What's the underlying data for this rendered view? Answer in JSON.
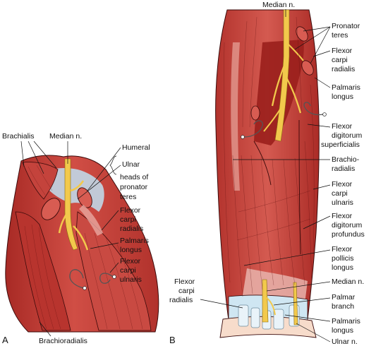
{
  "panels": {
    "a": {
      "letter": "A",
      "labels": {
        "brachialis": "Brachialis",
        "median": "Median n.",
        "humeral": "Humeral",
        "ulnar": "Ulnar",
        "heads_of": "heads of",
        "pronator_of": "pronator",
        "teres": "teres",
        "fcr1": "Flexor",
        "fcr2": "carpi",
        "fcr3": "radialis",
        "pl1": "Palmaris",
        "pl2": "longus",
        "fcu1": "Flexor",
        "fcu2": "carpi",
        "fcu3": "ulnaris",
        "brachioradialis": "Brachioradialis"
      }
    },
    "b": {
      "letter": "B",
      "labels": {
        "median_top": "Median n.",
        "pt1": "Pronator",
        "pt2": "teres",
        "fcr1": "Flexor",
        "fcr2": "carpi",
        "fcr3": "radialis",
        "pl1": "Palmaris",
        "pl2": "longus",
        "fds1": "Flexor",
        "fds2": "digitorum",
        "fds3": "superficialis",
        "br1": "Brachio-",
        "br2": "radialis",
        "fcu1": "Flexor",
        "fcu2": "carpi",
        "fcu3": "ulnaris",
        "fdp1": "Flexor",
        "fdp2": "digitorum",
        "fdp3": "profundus",
        "fpl1": "Flexor",
        "fpl2": "pollicis",
        "fpl3": "longus",
        "median_low": "Median n.",
        "pb1": "Palmar",
        "pb2": "branch",
        "fcrL1": "Flexor",
        "fcrL2": "carpi",
        "fcrL3": "radialis",
        "plL1": "Palmaris",
        "plL2": "longus",
        "ulnar_n": "Ulnar n."
      }
    }
  },
  "colors": {
    "muscle": "#c8413c",
    "muscle_dark": "#9c2420",
    "muscle_light": "#e07a6e",
    "nerve": "#f2c94c",
    "tendon": "#d8e8f2",
    "fascia": "#a9d6ee"
  }
}
